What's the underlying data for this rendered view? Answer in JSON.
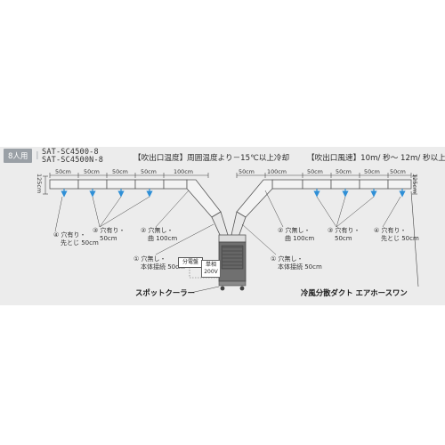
{
  "badge": {
    "people": "8人用"
  },
  "models": [
    "SAT-SC4500-8",
    "SAT-SC4500N-8"
  ],
  "headers": {
    "left_bracket": "【吹出口温度】",
    "left_text": "周囲温度より－15℃以上冷却",
    "right_bracket": "【吹出口風速】",
    "right_text": "10m/ 秒～ 12m/ 秒以上"
  },
  "left_distances": [
    "50cm",
    "50cm",
    "50cm",
    "50cm",
    "100cm"
  ],
  "right_distances": [
    "50cm",
    "100cm",
    "50cm",
    "50cm",
    "50cm",
    "50cm"
  ],
  "height_label": "125cm",
  "left_callouts": {
    "c4": [
      "④ 穴有り・",
      "先とじ 50cm"
    ],
    "c3": [
      "③ 穴有り・",
      "50cm"
    ],
    "c2": [
      "② 穴無し・",
      "曲 100cm"
    ],
    "c1": [
      "① 穴無し・",
      "本体接続 50cm"
    ]
  },
  "right_callouts": {
    "c2": [
      "② 穴無し・",
      "曲 100cm"
    ],
    "c3": [
      "③ 穴有り・",
      "50cm"
    ],
    "c4": [
      "④ 穴有り・",
      "先とじ 50cm"
    ],
    "c1": [
      "① 穴無し・",
      "本体接続 50cm"
    ]
  },
  "panel": {
    "label": "分電盤",
    "voltage_line1": "単相",
    "voltage_line2": "200V"
  },
  "labels": {
    "cooler": "スポットクーラー",
    "duct": "冷風分散ダクト エアホースワン"
  },
  "colors": {
    "band": "#ececec",
    "arrow": "#2f8fd6",
    "duct_fill": "#f3f3f3",
    "outline": "#555555"
  }
}
